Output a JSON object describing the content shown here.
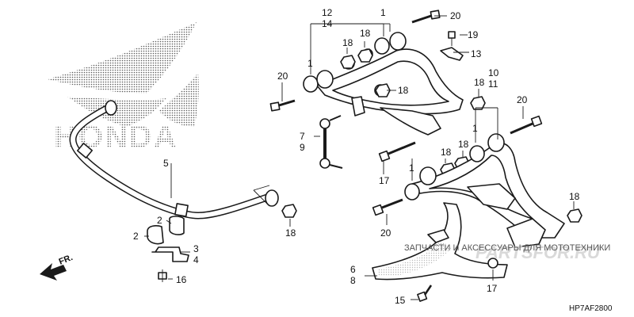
{
  "diagram": {
    "brand": "HONDA",
    "code": "HP7AF2800",
    "front_indicator": "FR.",
    "watermark": "ЗАПЧАСТИ И АКСЕССУАРЫ ДЛЯ МОТОТЕХНИКИ",
    "watermark_site": "PARTSFOR.RU"
  },
  "callouts": [
    {
      "id": "c12",
      "text": "12"
    },
    {
      "id": "c14",
      "text": "14"
    },
    {
      "id": "c1a",
      "text": "1"
    },
    {
      "id": "c1b",
      "text": "1"
    },
    {
      "id": "c20a",
      "text": "20"
    },
    {
      "id": "c18a",
      "text": "18"
    },
    {
      "id": "c18b",
      "text": "18"
    },
    {
      "id": "c19",
      "text": "19"
    },
    {
      "id": "c13",
      "text": "13"
    },
    {
      "id": "c20b",
      "text": "20"
    },
    {
      "id": "c18c",
      "text": "18"
    },
    {
      "id": "c7",
      "text": "7"
    },
    {
      "id": "c9",
      "text": "9"
    },
    {
      "id": "c10",
      "text": "10"
    },
    {
      "id": "c11",
      "text": "11"
    },
    {
      "id": "c18d",
      "text": "18"
    },
    {
      "id": "c20c",
      "text": "20"
    },
    {
      "id": "c1c",
      "text": "1"
    },
    {
      "id": "c18e",
      "text": "18"
    },
    {
      "id": "c18f",
      "text": "18"
    },
    {
      "id": "c17a",
      "text": "17"
    },
    {
      "id": "c1d",
      "text": "1"
    },
    {
      "id": "c5",
      "text": "5"
    },
    {
      "id": "c2a",
      "text": "2"
    },
    {
      "id": "c2b",
      "text": "2"
    },
    {
      "id": "c3",
      "text": "3"
    },
    {
      "id": "c4",
      "text": "4"
    },
    {
      "id": "c16",
      "text": "16"
    },
    {
      "id": "c18g",
      "text": "18"
    },
    {
      "id": "c20d",
      "text": "20"
    },
    {
      "id": "c18h",
      "text": "18"
    },
    {
      "id": "c6",
      "text": "6"
    },
    {
      "id": "c8",
      "text": "8"
    },
    {
      "id": "c17b",
      "text": "17"
    },
    {
      "id": "c15",
      "text": "15"
    }
  ]
}
